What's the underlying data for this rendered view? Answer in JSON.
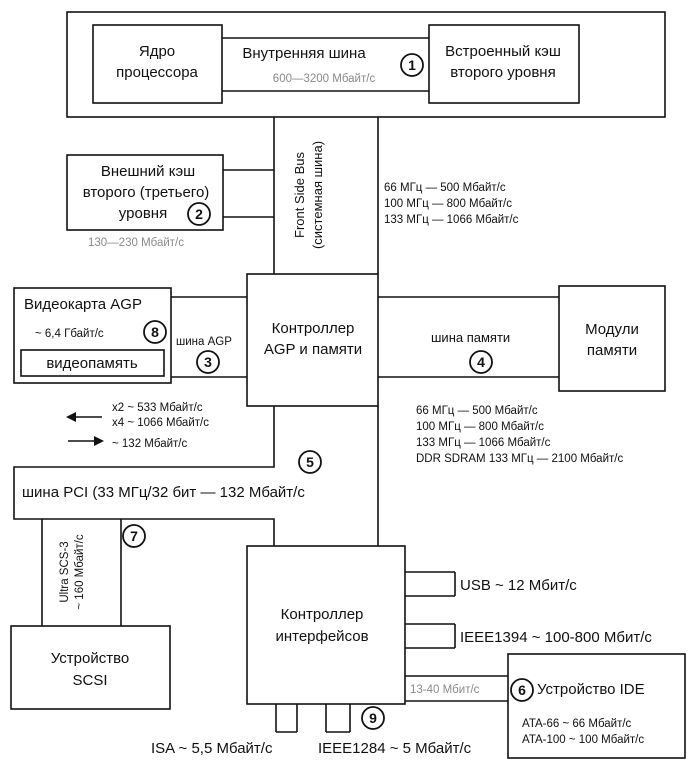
{
  "cpu": {
    "core": [
      "Ядро",
      "процессора"
    ],
    "internal_bus": "Внутренняя шина",
    "internal_bus_speed": "600—3200 Мбайт/с",
    "l2_cache": [
      "Встроенный кэш",
      "второго уровня"
    ],
    "badge": "1"
  },
  "fsb": {
    "label": "Front Side Bus",
    "sublabel": "(системная шина)",
    "speeds": [
      "66 МГц — 500 Мбайт/с",
      "100 МГц — 800 Мбайт/с",
      "133 МГц — 1066 Мбайт/с"
    ]
  },
  "ext_cache": {
    "lines": [
      "Внешний кэш",
      "второго (третьего)",
      "уровня"
    ],
    "badge": "2",
    "speed": "130—230 Мбайт/с"
  },
  "videocard": {
    "title": "Видеокарта AGP",
    "speed": "~ 6,4 Гбайт/с",
    "badge": "8",
    "vram": "видеопамять"
  },
  "agp_bus": {
    "label": "шина AGP",
    "badge": "3"
  },
  "agp_speeds": {
    "left": "x2 ~ 533 Мбайт/с",
    "left2": "x4 ~ 1066 Мбайт/с",
    "right": "~ 132 Мбайт/с"
  },
  "controller": {
    "lines": [
      "Контроллер",
      "AGP и памяти"
    ]
  },
  "memory_bus": {
    "label": "шина памяти",
    "badge": "4"
  },
  "memory": {
    "lines": [
      "Модули",
      "памяти"
    ]
  },
  "memory_speeds": [
    "66 МГц — 500 Мбайт/с",
    "100 МГц — 800 Мбайт/с",
    "133 МГц — 1066 Мбайт/с",
    "DDR SDRAM 133 МГц — 2100 Мбайт/с"
  ],
  "pci": {
    "label": "шина PCI (33 МГц/32 бит — 132 Мбайт/с",
    "badge": "5"
  },
  "scsi_bus": {
    "label": "Ultra SCS-3",
    "speed": "~ 160 Мбайт/с",
    "badge": "7"
  },
  "scsi": {
    "lines": [
      "Устройство",
      "SCSI"
    ]
  },
  "io_controller": {
    "lines": [
      "Контроллер",
      "интерфейсов"
    ]
  },
  "usb": "USB ~ 12 Мбит/с",
  "ieee1394": "IEEE1394 ~ 100-800 Мбит/с",
  "ide": {
    "link_speed": "13-40 Мбит/с",
    "badge": "6",
    "title": "Устройство IDE",
    "speeds": [
      "ATA-66 ~ 66 Мбайт/с",
      "ATA-100 ~ 100 Мбайт/с"
    ]
  },
  "isa": "ISA ~ 5,5 Мбайт/с",
  "ieee1284": "IEEE1284 ~ 5 Мбайт/с",
  "badge9": "9"
}
